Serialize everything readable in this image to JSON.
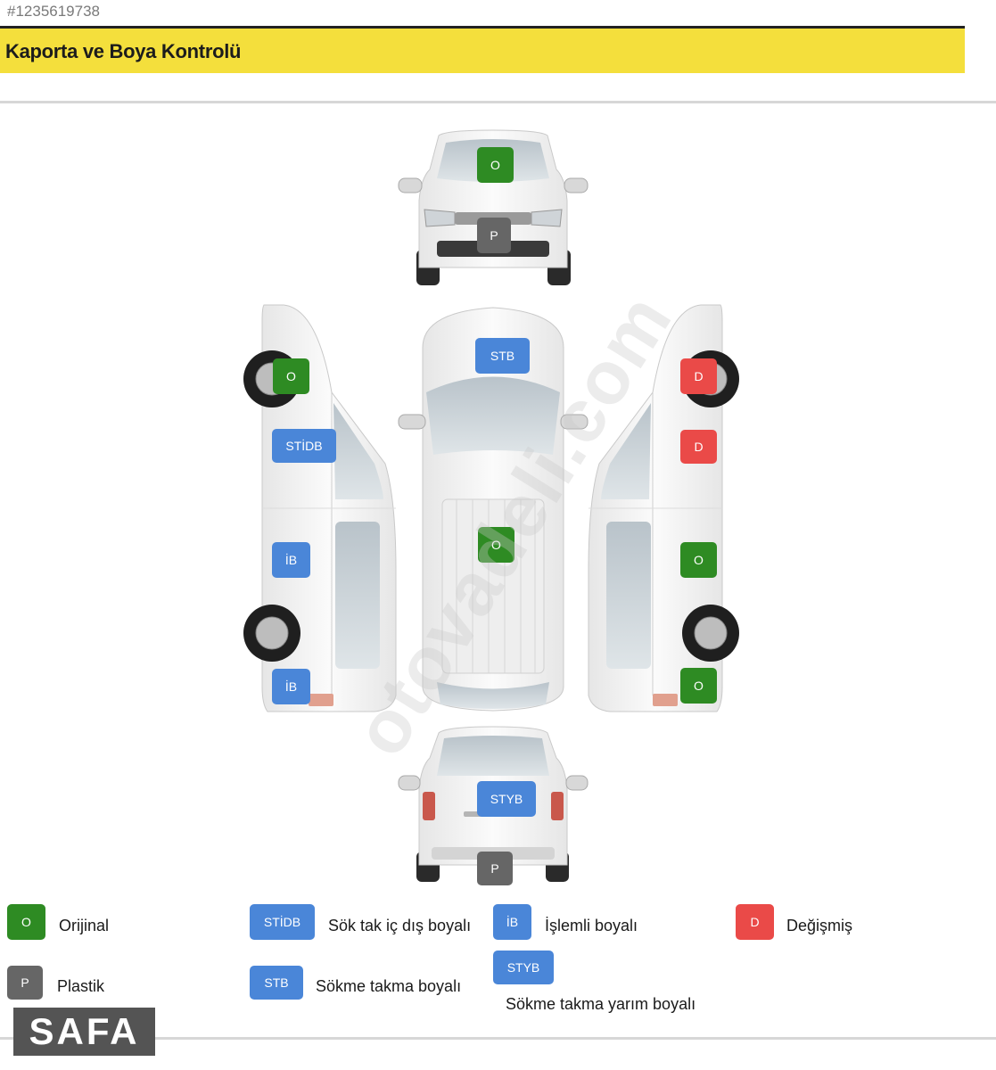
{
  "listing_id": "#1235619738",
  "title": "Kaporta ve Boya Kontrolü",
  "colors": {
    "orijinal": "#2e8b23",
    "boyali": "#4a86d8",
    "degismis": "#ea4a48",
    "plastik": "#666666",
    "header_band": "#f4df3c"
  },
  "parts": {
    "front_windshield": "O",
    "front_bumper": "P",
    "roof": "STB",
    "hood": "O",
    "left_front_fender": "O",
    "left_front_door": "STİDB",
    "left_rear_door": "İB",
    "left_rear_quarter": "İB",
    "right_front_fender": "D",
    "right_front_door": "D",
    "right_rear_door": "O",
    "right_rear_quarter": "O",
    "rear_tailgate": "STYB",
    "rear_bumper": "P"
  },
  "legend": [
    {
      "code": "O",
      "label": "Orijinal"
    },
    {
      "code": "STİDB",
      "label": "Sök tak iç dış boyalı"
    },
    {
      "code": "İB",
      "label": "İşlemli boyalı"
    },
    {
      "code": "D",
      "label": "Değişmiş"
    },
    {
      "code": "P",
      "label": "Plastik"
    },
    {
      "code": "STB",
      "label": "Sökme takma boyalı"
    },
    {
      "code": "STYB",
      "label": "Sökme takma yarım boyalı"
    }
  ],
  "watermark": "otovadeli.com",
  "logo_text": "SAFA"
}
